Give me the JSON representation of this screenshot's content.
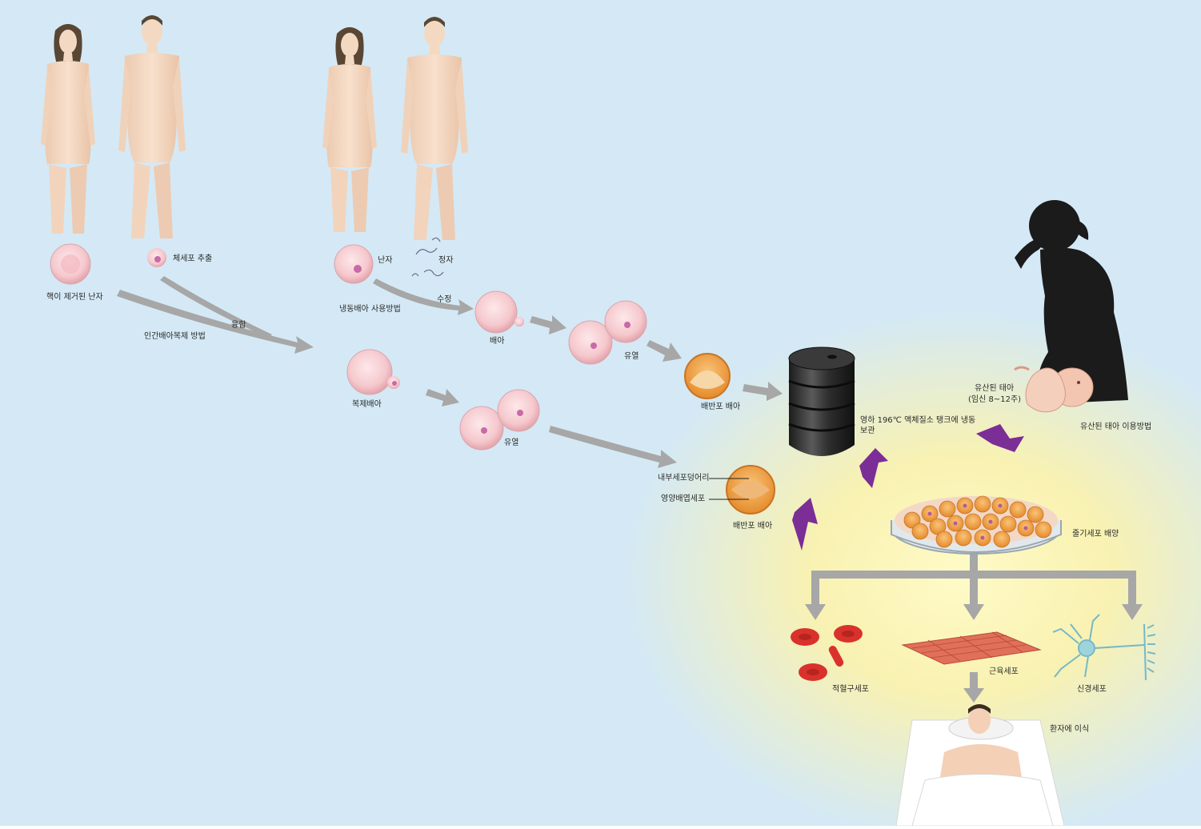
{
  "colors": {
    "background": "#d4e9f5",
    "skin": "#f4d9c2",
    "hair": "#5a4634",
    "grey_arrow": "#a7a7a7",
    "purple_arrow": "#7b2e96",
    "glow": "#fff7b0",
    "cell": "#f6c9cf",
    "blastocyst": "#f0a24a",
    "barrel": "#2a2a2a",
    "red_cell": "#d9322c",
    "muscle": "#e0705a",
    "neuron": "#74b9c6"
  },
  "labels": {
    "egg_no_nucleus": "핵이 제거된 난자",
    "somatic_extraction": "체세포 추출",
    "cloning_method": "인간배아복제 방법",
    "fusion": "융합",
    "egg": "난자",
    "sperm": "정자",
    "frozen_embryo_method": "냉동배아 사용방법",
    "fertilization": "수정",
    "embryo": "배아",
    "cleavage_top": "유열",
    "blastocyst_top": "배반포 배아",
    "cloned_embryo": "복제배아",
    "cleavage_bottom": "유열",
    "inner_cell_mass": "내부세포덩어리",
    "trophoblast": "영양배엽세포",
    "blastocyst_bottom": "배반포 배아",
    "frozen_storage": "영하 196℃ 액체질소 탱크에 냉동보관",
    "aborted_fetus": "유산된 태아",
    "pregnancy_weeks": "(임신 8~12주)",
    "aborted_fetus_method": "유산된 태아 이용방법",
    "stem_cell_culture": "줄기세포 배양",
    "red_blood_cell": "적혈구세포",
    "muscle_cell": "근육세포",
    "nerve_cell": "신경세포",
    "transplant": "환자에 이식"
  },
  "icons": [
    "woman-figure-icon",
    "man-figure-icon",
    "egg-cell-icon",
    "sperm-icon",
    "embryo-icon",
    "blastocyst-icon",
    "nitrogen-tank-icon",
    "pregnant-silhouette-icon",
    "fetus-icon",
    "petri-dish-icon",
    "red-blood-cell-icon",
    "muscle-tissue-icon",
    "neuron-icon",
    "patient-bed-icon"
  ]
}
